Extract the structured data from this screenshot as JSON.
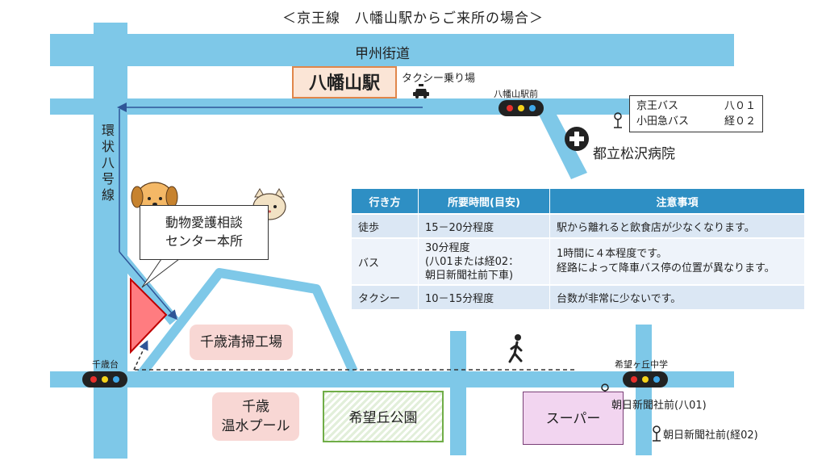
{
  "title": "＜京王線　八幡山駅からご来所の場合＞",
  "roads": {
    "koshu_kaido": "甲州街道",
    "kanjo_8": "環状八号線"
  },
  "station": {
    "name": "八幡山駅"
  },
  "taxi_stand": "タクシー乗り場",
  "signals": {
    "hachimanyama_ekimae": "八幡山駅前",
    "chitosedai": "千歳台",
    "kibougaoka_chugaku": "希望ヶ丘中学"
  },
  "bus_info": {
    "rows": [
      {
        "company": "京王バス",
        "route": "八０１"
      },
      {
        "company": "小田急バス",
        "route": "経０２"
      }
    ]
  },
  "hospital": {
    "icon": "hospital-cross-icon",
    "name": "都立松沢病院"
  },
  "destination": {
    "line1": "動物愛護相談",
    "line2": "センター本所"
  },
  "table": {
    "headers": [
      "行き方",
      "所要時間(目安)",
      "注意事項"
    ],
    "rows": [
      {
        "method": "徒歩",
        "time": [
          "15－20分程度"
        ],
        "notes": [
          "駅から離れると飲食店が少なくなります。"
        ]
      },
      {
        "method": "バス",
        "time": [
          "30分程度",
          "(八01または経02：",
          "朝日新聞社前下車)"
        ],
        "notes": [
          "1時間に４本程度です。",
          "経路によって降車バス停の位置が異なります。"
        ]
      },
      {
        "method": "タクシー",
        "time": [
          "10－15分程度"
        ],
        "notes": [
          "台数が非常に少ないです。"
        ]
      }
    ]
  },
  "places": {
    "seiso": "千歳清掃工場",
    "pool_line1": "千歳",
    "pool_line2": "温水プール",
    "park": "希望丘公園",
    "super": "スーパー"
  },
  "bus_stops": {
    "stop1": "朝日新聞社前(八01)",
    "stop2": "朝日新聞社前(経02)"
  },
  "colors": {
    "road": "#7ec8e8",
    "route": "#2f5597",
    "destination": "#ff7c80",
    "header": "#2e8fc4"
  }
}
